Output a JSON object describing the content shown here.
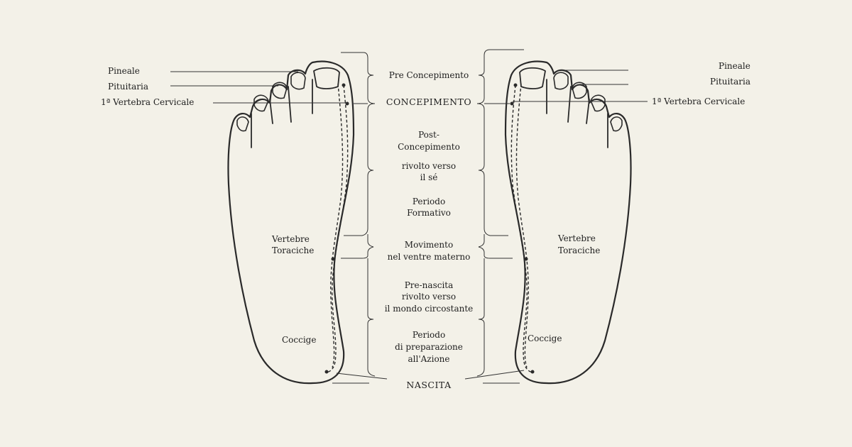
{
  "left_foot": {
    "labels": {
      "pineale": "Pineale",
      "pituitaria": "Pituitaria",
      "vertebra_cervicale": "1ª Vertebra Cervicale",
      "vertebre_toraciche_1": "Vertebre",
      "vertebre_toraciche_2": "Toraciche",
      "coccige": "Coccige"
    }
  },
  "right_foot": {
    "labels": {
      "pineale": "Pineale",
      "pituitaria": "Pituitaria",
      "vertebra_cervicale": "1ª Vertebra Cervicale",
      "vertebre_toraciche_1": "Vertebre",
      "vertebre_toraciche_2": "Toraciche",
      "coccige": "Coccige"
    }
  },
  "phases": {
    "pre_concepimento": "Pre Concepimento",
    "concepimento": "CONCEPIMENTO",
    "post_concepimento_1": "Post-",
    "post_concepimento_2": "Concepimento",
    "rivolto_se_1": "rivolto verso",
    "rivolto_se_2": "il sé",
    "periodo_formativo_1": "Periodo",
    "periodo_formativo_2": "Formativo",
    "movimento_1": "Movimento",
    "movimento_2": "nel ventre materno",
    "pre_nascita_1": "Pre-nascita",
    "pre_nascita_2": "rivolto verso",
    "pre_nascita_3": "il mondo circostante",
    "preparazione_1": "Periodo",
    "preparazione_2": "di preparazione",
    "preparazione_3": "all'Azione",
    "nascita": "NASCITA"
  }
}
